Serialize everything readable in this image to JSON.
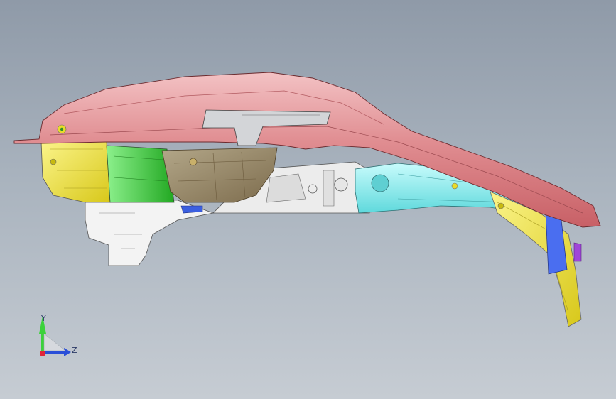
{
  "viewport": {
    "background_top": "#8f9aa8",
    "background_bottom": "#c6ccd3"
  },
  "model": {
    "parts": [
      {
        "name": "roof-panel",
        "color": "#d9787d"
      },
      {
        "name": "front-yellow-panel",
        "color": "#e8dc2a"
      },
      {
        "name": "green-panel",
        "color": "#3cc83c"
      },
      {
        "name": "bronze-wheelhouse",
        "color": "#9a8a6a"
      },
      {
        "name": "white-inner-panel",
        "color": "#f2f2f2"
      },
      {
        "name": "cyan-rail",
        "color": "#7fe8ea"
      },
      {
        "name": "yellow-rear-pillar",
        "color": "#efe27a"
      },
      {
        "name": "blue-bracket",
        "color": "#3b5fe0"
      },
      {
        "name": "purple-clip",
        "color": "#a046d8"
      }
    ]
  },
  "triad": {
    "y_label": "Y",
    "z_label": "Z",
    "y_color": "#3cd23c",
    "z_color": "#2a4fd8",
    "x_color": "#e0263a"
  }
}
